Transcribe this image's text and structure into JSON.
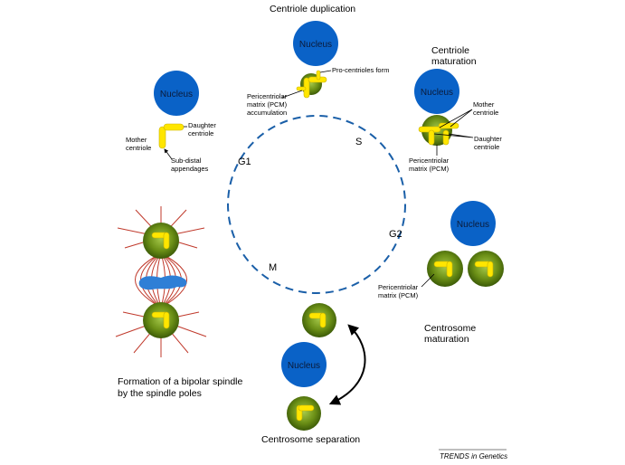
{
  "stages": {
    "centriole_duplication": {
      "title": "Centriole duplication",
      "nucleus": "Nucleus",
      "procentrioles": "Pro-centrioles form",
      "pcm_line1": "Pericentriolar",
      "pcm_line2": "matrix (PCM)",
      "pcm_line3": "accumulation"
    },
    "g1_cell": {
      "nucleus": "Nucleus",
      "daughter_line1": "Daughter",
      "daughter_line2": "centriole",
      "mother_line1": "Mother",
      "mother_line2": "centriole",
      "subdistal_line1": "Sub-distal",
      "subdistal_line2": "appendages"
    },
    "centriole_maturation": {
      "title_line1": "Centriole",
      "title_line2": "maturation",
      "nucleus": "Nucleus",
      "mother_line1": "Mother",
      "mother_line2": "centriole",
      "daughter_line1": "Daughter",
      "daughter_line2": "centriole",
      "pcm_line1": "Pericentriolar",
      "pcm_line2": "matrix (PCM)"
    },
    "centrosome_maturation": {
      "nucleus": "Nucleus",
      "pcm_line1": "Pericentriolar",
      "pcm_line2": "matrix (PCM)",
      "title_line1": "Centrosome",
      "title_line2": "maturation"
    },
    "centrosome_separation": {
      "nucleus": "Nucleus",
      "title": "Centrosome separation"
    },
    "bipolar_spindle": {
      "title_line1": "Formation of a bipolar spindle",
      "title_line2": "by the spindle poles"
    }
  },
  "cycle_phases": {
    "g1": "G1",
    "s": "S",
    "g2": "G2",
    "m": "M"
  },
  "footer": "TRENDS in Genetics",
  "colors": {
    "nucleus": "#0a62c7",
    "centriole": "#ffe600",
    "pcm_green": "#6b8f16",
    "cycle_dashes": "#1a5fa8",
    "spindle_fibers": "#c0392b",
    "chromosomes": "#2f7fd6"
  }
}
